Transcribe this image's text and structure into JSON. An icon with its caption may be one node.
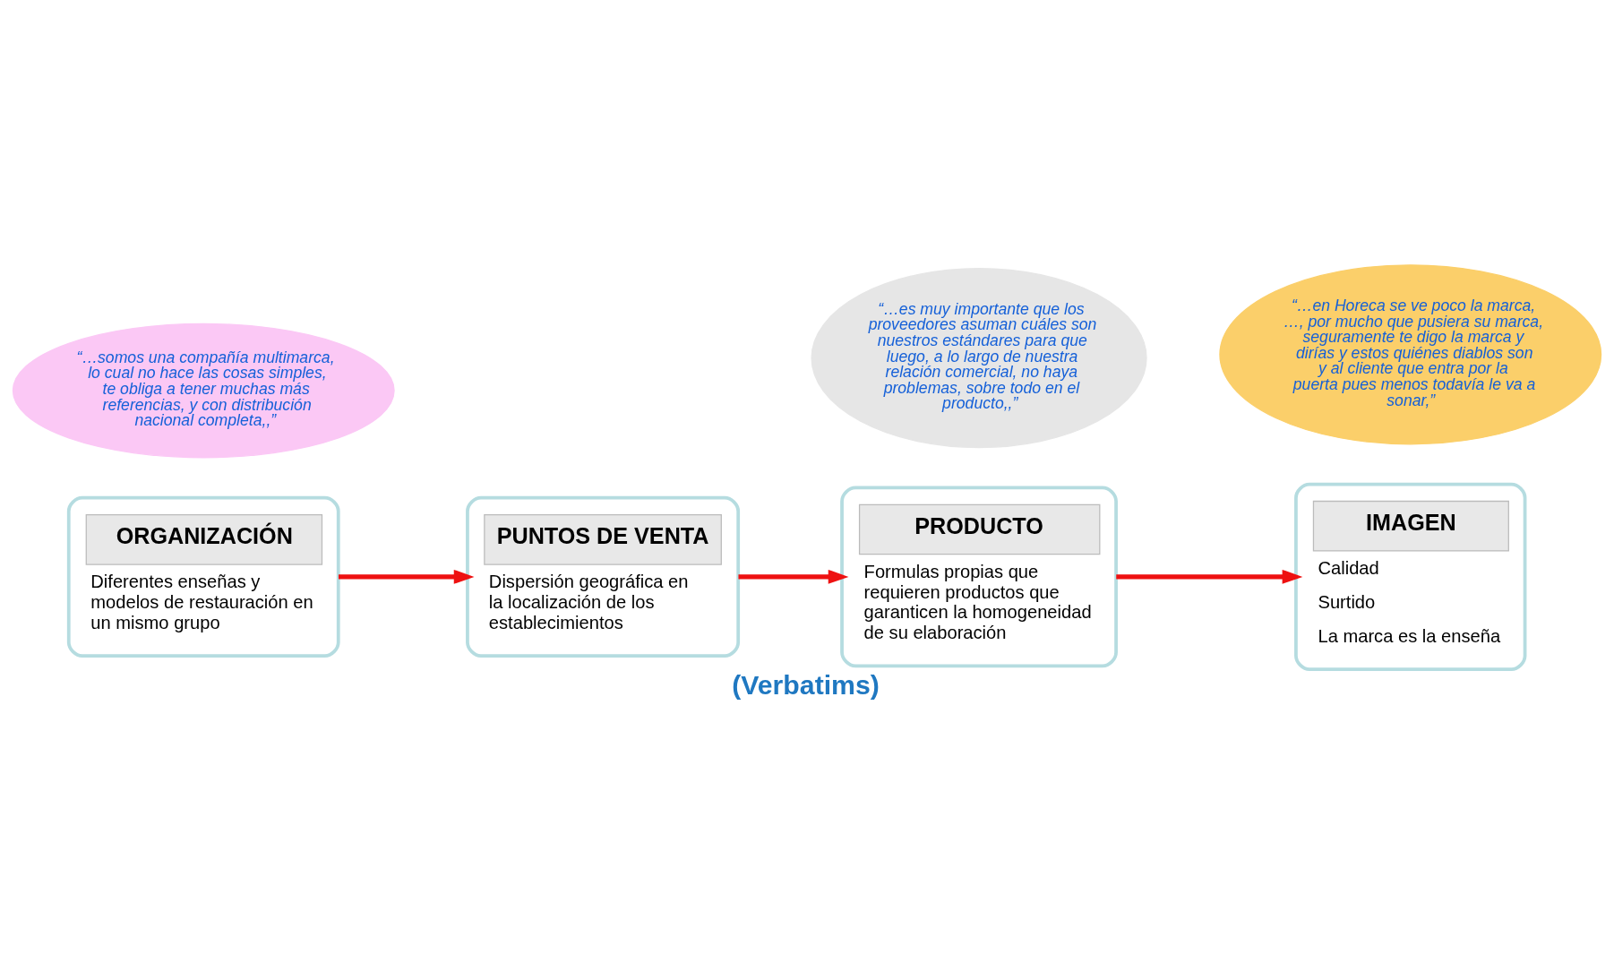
{
  "diagram": {
    "caption": "(Verbatims)",
    "nodes": [
      {
        "text": [
          "ORGANIZACIÓN",
          "Diferentes enseñas y modelos de restauración en un mismo grupo"
        ]
      },
      {
        "text": [
          "PUNTOS DE VENTA",
          "Dispersión geográfica en la localización de los establecimientos"
        ]
      },
      {
        "text": [
          "PRODUCTO",
          "Formulas propias que requieren productos que garanticen la homogeneidad de su elaboración"
        ]
      },
      {
        "text": [
          "IMAGEN",
          "Calidad",
          "Surtido",
          "La marca es la enseña"
        ]
      },
      {
        "text": [
          "“…es muy importante que los proveedores asuman cuáles son nuestros estándares para que luego, a lo largo de nuestra relación comercial, no haya problemas, sobre todo en el producto,,”"
        ]
      },
      {
        "text": [
          "“…somos una compañía multimarca, lo cual no hace las cosas simples, te obliga a tener muchas más referencias, y con distribución nacional completa,,”"
        ]
      },
      {
        "text": [
          "“…en Horeca se ve poco la marca, …, por mucho que pusiera su marca, seguramente te digo la marca y dirías y estos quiénes diablos son y al cliente que entra por la puerta pues menos todavía le va a sonar,”"
        ]
      }
    ],
    "edges": [
      {
        "from": 0,
        "to": 1,
        "arrow": "to"
      },
      {
        "from": 1,
        "to": 2,
        "arrow": "to"
      },
      {
        "from": 2,
        "to": 3,
        "arrow": "to"
      }
    ]
  }
}
